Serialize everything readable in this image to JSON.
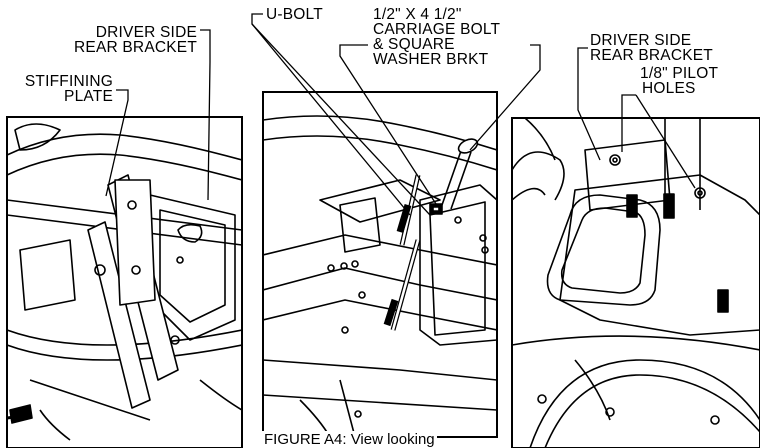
{
  "figure": {
    "caption": "FIGURE A4: View looking"
  },
  "labels": {
    "stiffining_plate": [
      "STIFFINING",
      "PLATE"
    ],
    "driver_side_rear_bracket_left": [
      "DRIVER SIDE",
      "REAR BRACKET"
    ],
    "u_bolt": "U-BOLT",
    "carriage_bolt": [
      "1/2\" X 4 1/2\"",
      "CARRIAGE BOLT",
      "& SQUARE",
      "WASHER BRKT"
    ],
    "driver_side_rear_bracket_right": [
      "DRIVER SIDE",
      "REAR BRACKET"
    ],
    "pilot_holes": [
      "1/8\" PILOT",
      "HOLES"
    ]
  },
  "panels": [
    {
      "name": "left-photo"
    },
    {
      "name": "center-photo"
    },
    {
      "name": "right-photo"
    }
  ]
}
